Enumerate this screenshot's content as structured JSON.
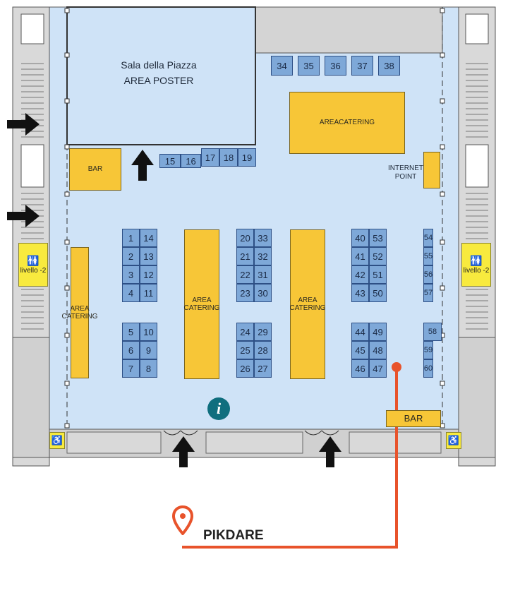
{
  "hall": {
    "sala_title": "Sala della Piazza",
    "sala_subtitle": "AREA POSTER",
    "catering_label": [
      "AREA",
      "CATERING"
    ],
    "bar_label": "BAR",
    "internet_label": [
      "INTERNET",
      "POINT"
    ],
    "stairs_label": "livello -2",
    "info_glyph": "i"
  },
  "booths": {
    "top_row": [
      "34",
      "35",
      "36",
      "37",
      "38"
    ],
    "upper_left_row": [
      "15",
      "16",
      "17",
      "18",
      "19"
    ],
    "block_a": [
      [
        "1",
        "14"
      ],
      [
        "2",
        "13"
      ],
      [
        "3",
        "12"
      ],
      [
        "4",
        "11"
      ]
    ],
    "block_b": [
      [
        "5",
        "10"
      ],
      [
        "6",
        "9"
      ],
      [
        "7",
        "8"
      ]
    ],
    "block_c": [
      [
        "20",
        "33"
      ],
      [
        "21",
        "32"
      ],
      [
        "22",
        "31"
      ],
      [
        "23",
        "30"
      ]
    ],
    "block_d": [
      [
        "24",
        "29"
      ],
      [
        "25",
        "28"
      ],
      [
        "26",
        "27"
      ]
    ],
    "block_e": [
      [
        "40",
        "53"
      ],
      [
        "41",
        "52"
      ],
      [
        "42",
        "51"
      ],
      [
        "43",
        "50"
      ]
    ],
    "block_f": [
      [
        "44",
        "49"
      ],
      [
        "45",
        "48"
      ],
      [
        "46",
        "47"
      ]
    ],
    "right_column_upper": [
      "54",
      "55",
      "56",
      "57"
    ],
    "right_column_lower": [
      "58",
      "59",
      "60"
    ]
  },
  "marker": {
    "label": "PIKDARE",
    "color": "#e8532b"
  },
  "colors": {
    "hall_fill": "#cfe3f7",
    "booth_fill": "#7ea8d8",
    "catering_fill": "#f7c637",
    "wall_gray": "#d4d4d4",
    "arrow": "#111111"
  }
}
